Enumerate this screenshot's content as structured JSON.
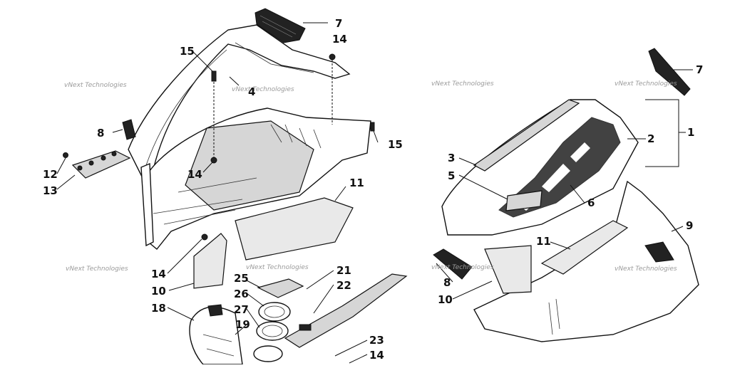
{
  "watermarks": [
    "vNext Technologies",
    "vNext Technologies",
    "vNext Technologies",
    "vNext Technologies",
    "vNext Technologies",
    "vNext Technologies",
    "vNext Technologies",
    "vNext Technologies"
  ],
  "callouts_left": [
    "7",
    "14",
    "15",
    "4",
    "8",
    "15",
    "12",
    "13",
    "14",
    "11",
    "14",
    "10",
    "18",
    "25",
    "26",
    "27",
    "19",
    "21",
    "22",
    "23",
    "14"
  ],
  "callouts_right": [
    "7",
    "1",
    "2",
    "3",
    "5",
    "6",
    "9",
    "11",
    "8",
    "10"
  ]
}
